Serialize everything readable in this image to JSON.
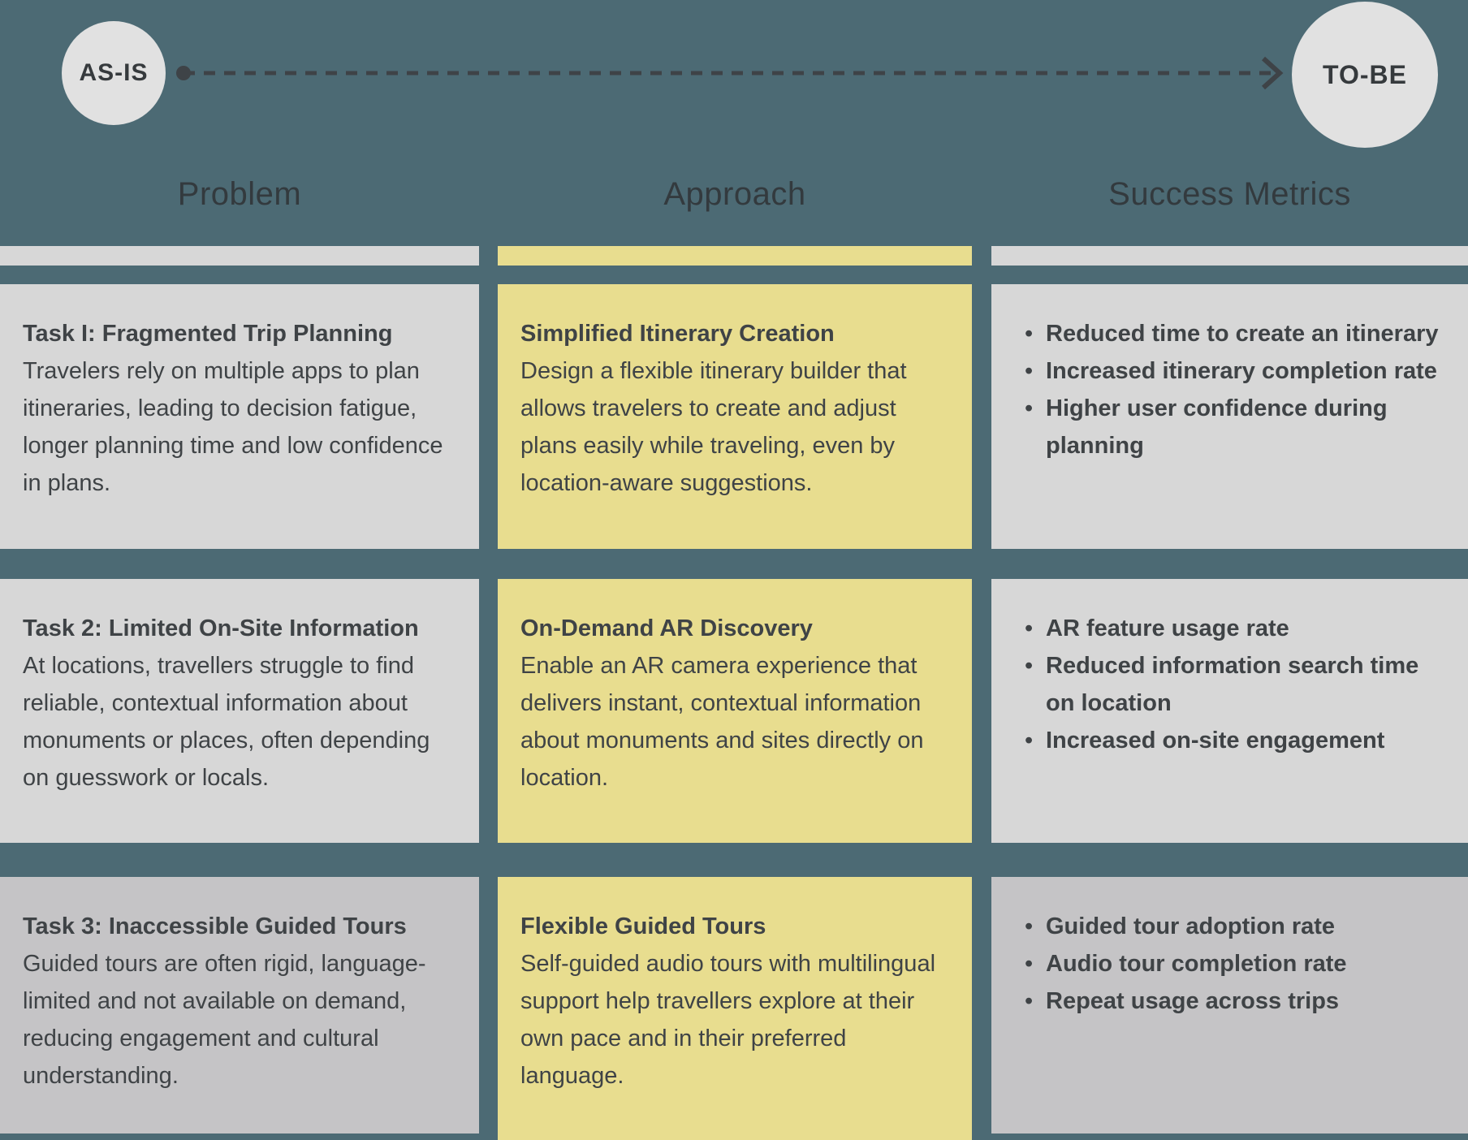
{
  "palette": {
    "background": "#4C6A74",
    "card_gray": "#D7D7D7",
    "card_gray_dark": "#C5C4C6",
    "card_yellow": "#E8DD8F",
    "circle_fill": "#E1E1E1",
    "text_body": "#3F4346",
    "text_header": "#333A3E",
    "arrow_color": "#3E4347"
  },
  "flow": {
    "as_is_label": "AS-IS",
    "to_be_label": "TO-BE"
  },
  "headers": {
    "problem": "Problem",
    "approach": "Approach",
    "metrics": "Success Metrics"
  },
  "rows": [
    {
      "problem_title": "Task I: Fragmented Trip Planning",
      "problem_body": "Travelers rely on multiple apps to plan itineraries, leading to decision fatigue, longer planning time and low confidence in plans.",
      "approach_title": "Simplified Itinerary Creation",
      "approach_body": "Design a flexible itinerary builder that allows travelers to create and adjust plans easily while traveling, even by location-aware suggestions.",
      "metrics": [
        "Reduced time to create an itinerary",
        "Increased itinerary completion rate",
        "Higher user confidence during planning"
      ]
    },
    {
      "problem_title": "Task 2: Limited On-Site Information",
      "problem_body": "At locations, travellers struggle to find reliable, contextual information about monuments or places, often depending on guesswork or locals.",
      "approach_title": "On-Demand AR Discovery",
      "approach_body": "Enable an AR camera experience that delivers instant, contextual information about monuments and sites directly on location.",
      "metrics": [
        "AR feature usage rate",
        "Reduced information search time on location",
        "Increased on-site engagement"
      ]
    },
    {
      "problem_title": "Task 3: Inaccessible Guided Tours",
      "problem_body": "Guided tours are often rigid, language-limited and not available on demand, reducing engagement and cultural understanding.",
      "approach_title": "Flexible Guided Tours",
      "approach_body": "Self-guided audio tours with multilingual support help travellers explore at their own pace and in their preferred language.",
      "metrics": [
        "Guided tour adoption rate",
        "Audio tour completion rate",
        "Repeat usage across trips"
      ]
    }
  ],
  "bullet_glyph": "•"
}
